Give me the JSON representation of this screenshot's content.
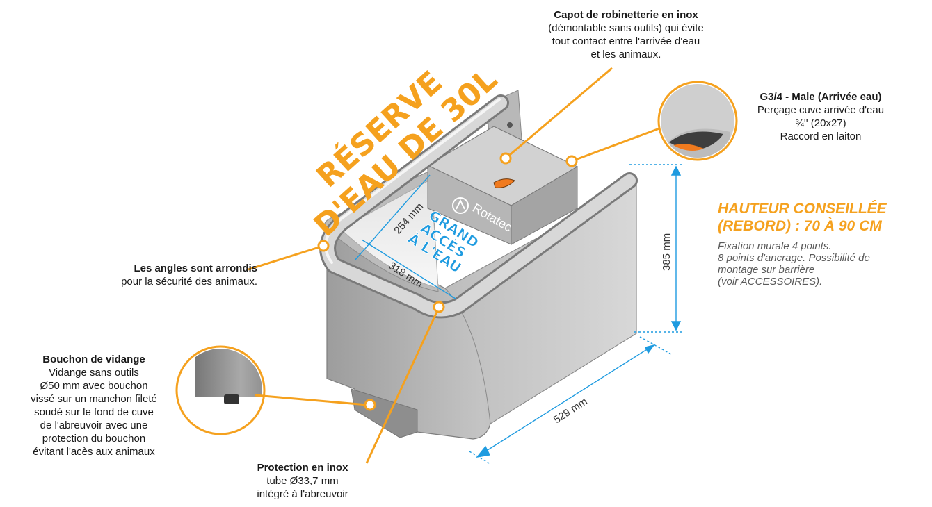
{
  "colors": {
    "accent": "#f5a11e",
    "dimension": "#1e9be0",
    "steel": "#c9c9c9"
  },
  "callouts": {
    "capot": {
      "title": "Capot de robinetterie en inox",
      "desc": "(démontable sans outils) qui évite\ntout contact entre l'arrivée d'eau\net les animaux."
    },
    "g34": {
      "title": "G3/4 - Male (Arrivée eau)",
      "desc": "Perçage cuve arrivée d'eau\n¾'' (20x27)\nRaccord en laiton"
    },
    "angles": {
      "title": "Les angles sont arrondis",
      "desc": "pour la sécurité des animaux."
    },
    "bouchon": {
      "title": "Bouchon de vidange",
      "desc": "Vidange sans outils\nØ50 mm avec bouchon\nvissé sur un manchon fileté\nsoudé sur le fond de cuve\nde l'abreuvoir avec une\nprotection du bouchon\névitant l'acès aux animaux"
    },
    "protection": {
      "title": "Protection en inox",
      "desc": "tube Ø33,7 mm\nintégré à l'abreuvoir"
    }
  },
  "hauteur": {
    "line1": "HAUTEUR CONSEILLÉE",
    "line2": "(REBORD) : 70 À 90 CM"
  },
  "notes": "Fixation murale 4 points.\n8 points d'ancrage. Possibilité de\nmontage sur barrière\n(voir ACCESSOIRES).",
  "promo": {
    "line1": "RÉSERVE",
    "line2": "D'EAU DE 30L"
  },
  "inner": {
    "line1": "GRAND",
    "line2": "ACCÈS",
    "line3": "À L'EAU"
  },
  "brand": "Rotatec",
  "dimensions": {
    "height": "385 mm",
    "length": "529 mm",
    "width_inner": "318 mm",
    "depth_inner": "254 mm"
  },
  "icons": {
    "product": "water-trough-illustration",
    "zoom_left": "drain-plug-zoom",
    "zoom_right": "inlet-zoom"
  }
}
